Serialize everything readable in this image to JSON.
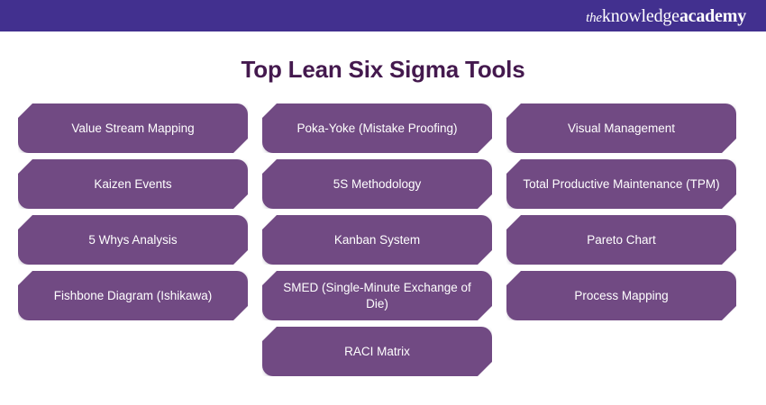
{
  "header": {
    "brand": {
      "the": "the",
      "knowledge": "knowledge",
      "academy": "academy",
      "full": "theknowledgeacademy"
    },
    "background_color": "#42308f"
  },
  "title": "Top Lean Six Sigma Tools",
  "title_color": "#44194e",
  "chip_color": "#714a83",
  "chip_text_color": "#ffffff",
  "background_color": "#ffffff",
  "grid": {
    "columns": 3,
    "rows": [
      {
        "cells": [
          {
            "label": "Value Stream Mapping"
          },
          {
            "label": "Poka-Yoke (Mistake Proofing)"
          },
          {
            "label": "Visual Management"
          }
        ]
      },
      {
        "cells": [
          {
            "label": "Kaizen Events"
          },
          {
            "label": "5S Methodology"
          },
          {
            "label": "Total Productive Maintenance (TPM)"
          }
        ]
      },
      {
        "cells": [
          {
            "label": "5 Whys Analysis"
          },
          {
            "label": "Kanban System"
          },
          {
            "label": "Pareto Chart"
          }
        ]
      },
      {
        "cells": [
          {
            "label": "Fishbone Diagram (Ishikawa)"
          },
          {
            "label": "SMED (Single-Minute Exchange of Die)"
          },
          {
            "label": "Process Mapping"
          }
        ]
      },
      {
        "cells": [
          {
            "label": "",
            "empty": true
          },
          {
            "label": "RACI Matrix"
          },
          {
            "label": "",
            "empty": true
          }
        ]
      }
    ]
  }
}
